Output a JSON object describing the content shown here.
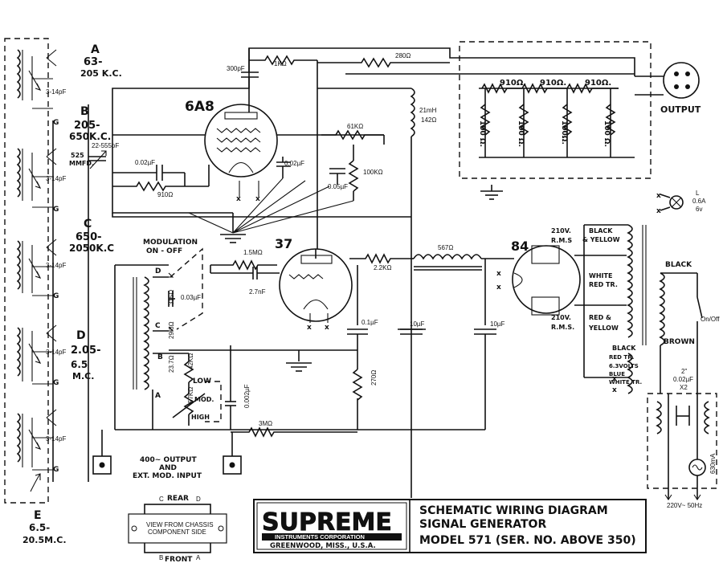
{
  "bands": {
    "A": {
      "letter": "A",
      "range": "63-",
      "unit": "205 K.C."
    },
    "B": {
      "letter": "B",
      "range": "205-",
      "unit": "650K.C."
    },
    "C": {
      "letter": "C",
      "range": "650-",
      "unit": "2050K.C"
    },
    "D": {
      "letter": "D",
      "range": "2.05-",
      "unit": "6.5",
      "unit2": "M.C."
    },
    "E": {
      "letter": "E",
      "range": "6.5-",
      "unit": "20.5M.C."
    }
  },
  "coil_taps": {
    "g": "G",
    "trimmer": "3-14pF"
  },
  "labels": {
    "c_300pf": "300pF",
    "r_1k": "1KΩ",
    "r_280": "280Ω",
    "tube_6a8": "6A8",
    "c_22_555": "22-555pF",
    "c_525": "525",
    "c_525_unit": "MMFD.",
    "c_002a": "0.02µF",
    "r_910": "910Ω",
    "c_002b": "0.02µF",
    "r_61k": "61KΩ",
    "c_005": "0.05µF",
    "r_100k": "100KΩ",
    "l_21mh": "21mH",
    "l_142": "142Ω",
    "output": "OUTPUT",
    "r_910a": "910Ω.",
    "r_910b": "910Ω.",
    "r_910c": "910Ω.",
    "r_100a": "100 Ω.",
    "r_100b": "100 Ω.",
    "r_100c": "100Ω.",
    "r_100d": "100 Ω.",
    "lamp_l": "L",
    "lamp_a": "0.6A",
    "lamp_v": "6v",
    "mod_1": "MODULATION",
    "mod_2": "ON - OFF",
    "r_15m": "1.5MΩ",
    "c_27n": "2.7nF",
    "tube_37": "37",
    "r_22k": "2.2KΩ",
    "r_567": "567Ω",
    "tube_84": "84",
    "sec_210a": "210V.",
    "sec_rms_a": "R.M.S",
    "sec_210b": "210V.",
    "sec_rms_b": "R.M.S.",
    "black_yellow_1": "BLACK",
    "black_yellow_2": "& YELLOW",
    "white_red_1": "WHITE",
    "white_red_2": "RED TR.",
    "red_yellow_1": "RED &",
    "red_yellow_2": "YELLOW",
    "black_red_1": "BLACK",
    "black_red_2": "RED TR.",
    "volts_63": "6.3VOLTS",
    "blue_white_1": "BLUE",
    "blue_white_2": "WHITE TR.",
    "prim_black": "BLACK",
    "prim_brown": "BROWN",
    "switch": "On/Off",
    "c_2x_1": "2\"",
    "c_2x_2": "0.02µF",
    "c_2x_3": "X2",
    "fuse": "630mA",
    "mains": "220V~ 50Hz",
    "c_10a": "10µF",
    "c_10b": "10µF",
    "c_01": "0.1µF",
    "c_003": "0.03µF",
    "r_315": "315Ω",
    "r_298": "29.8Ω",
    "r_237": "23.7Ω",
    "r_42k": "42KΩ",
    "r_57k": "57KΩ",
    "r_270": "270Ω",
    "c_0002": "0.002µF",
    "r_3m": "3MΩ",
    "tap_d": "D",
    "tap_c": "C",
    "tap_b": "B",
    "tap_a": "A",
    "low": "LOW",
    "mod": "MOD.",
    "high": "HIGH",
    "out_1": "400~ OUTPUT",
    "out_2": "AND",
    "out_3": "EXT. MOD. INPUT",
    "rear": "REAR",
    "front": "FRONT",
    "view_1": "VIEW FROM CHASSIS",
    "view_2": "COMPONENT SIDE",
    "pin_c": "C",
    "pin_d": "D",
    "pin_b": "B",
    "pin_a": "A"
  },
  "title_block": {
    "brand": "SUPREME",
    "brand_sub": "INSTRUMENTS CORPORATION",
    "city": "GREENWOOD, MISS., U.S.A.",
    "line1": "SCHEMATIC WIRING DIAGRAM",
    "line2": "SIGNAL   GENERATOR",
    "line3": "MODEL 571  (SER. NO. ABOVE 350)"
  }
}
